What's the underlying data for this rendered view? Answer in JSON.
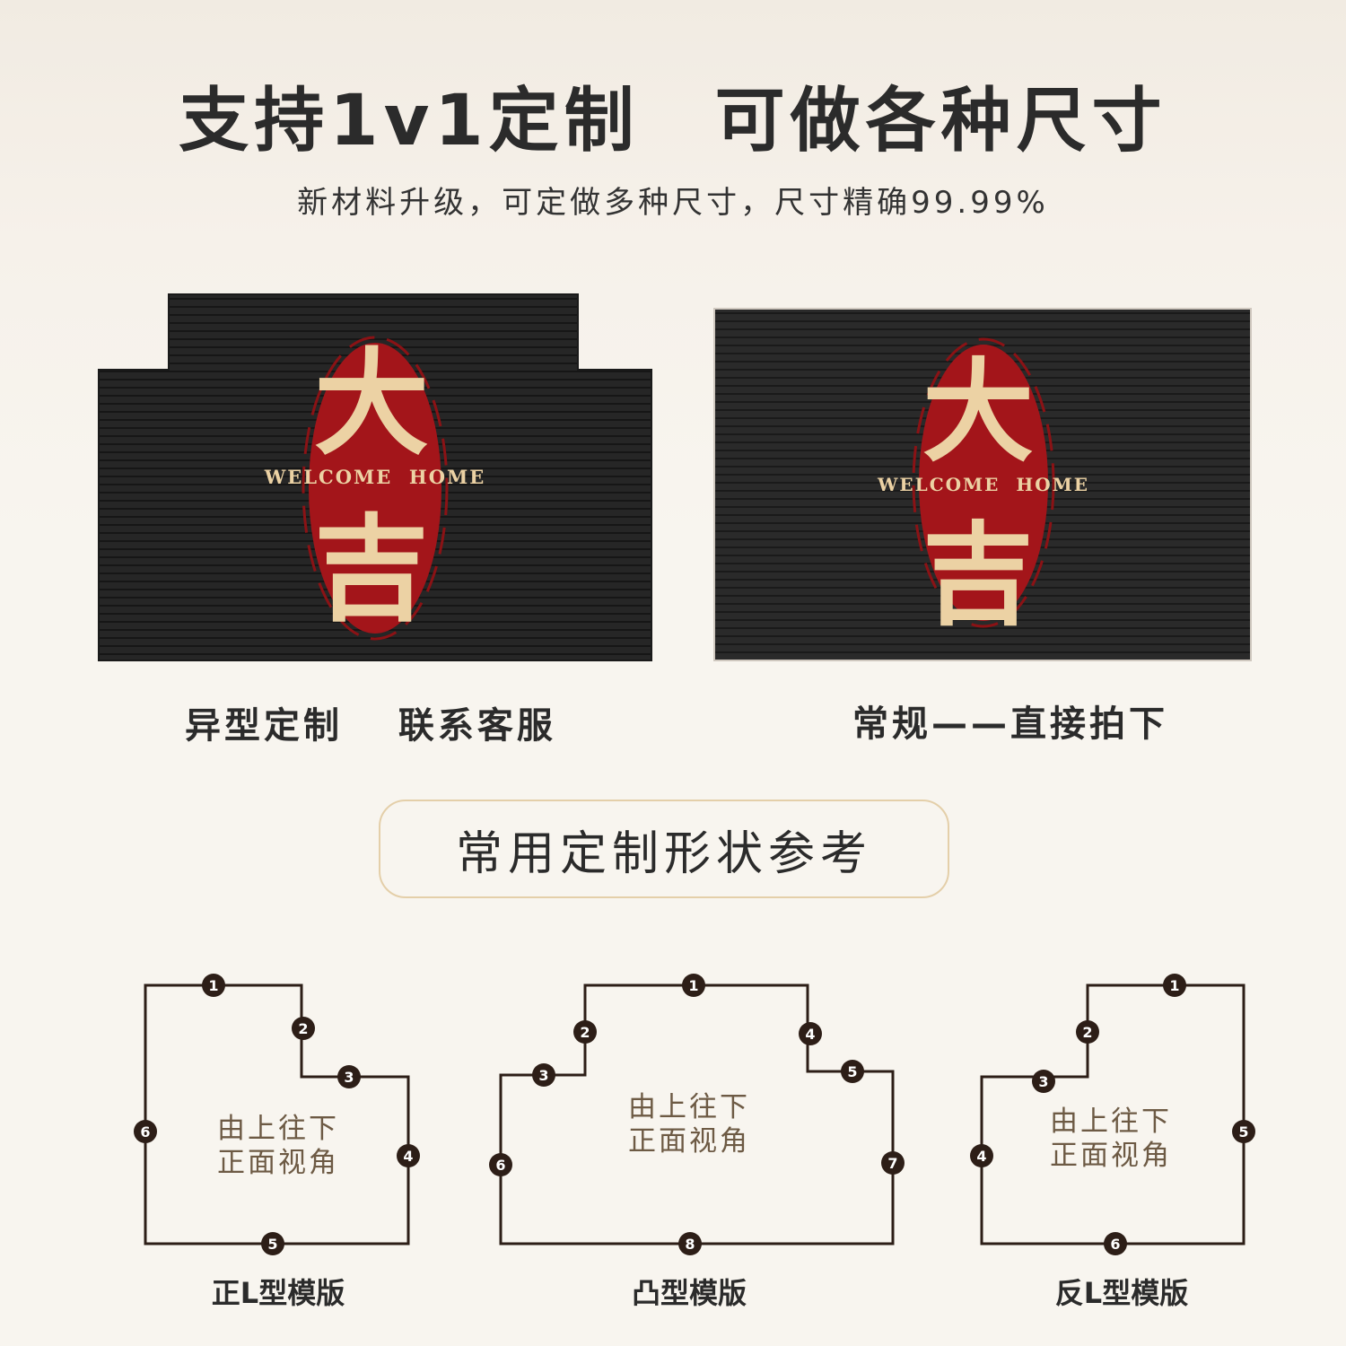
{
  "header": {
    "title": "支持1v1定制　可做各种尺寸",
    "subtitle": "新材料升级，可定做多种尺寸，尺寸精确99.99%"
  },
  "mats": [
    {
      "shape": "custom-step",
      "seal_chars": [
        "大",
        "吉"
      ],
      "welcome_text": "WELCOME  HOME",
      "caption": "异型定制　 联系客服"
    },
    {
      "shape": "rectangle",
      "seal_chars": [
        "大",
        "吉"
      ],
      "welcome_text": "WELCOME  HOME",
      "caption": "常规——直接拍下"
    }
  ],
  "reference_button": {
    "label": "常用定制形状参考"
  },
  "templates": [
    {
      "name": "正L型模版",
      "view_line1": "由上往下",
      "view_line2": "正面视角",
      "markers": [
        "1",
        "2",
        "3",
        "4",
        "5",
        "6"
      ]
    },
    {
      "name": "凸型模版",
      "view_line1": "由上往下",
      "view_line2": "正面视角",
      "markers": [
        "1",
        "2",
        "3",
        "4",
        "5",
        "6",
        "7",
        "8"
      ]
    },
    {
      "name": "反L型模版",
      "view_line1": "由上往下",
      "view_line2": "正面视角",
      "markers": [
        "1",
        "2",
        "3",
        "4",
        "5",
        "6"
      ]
    }
  ],
  "colors": {
    "mat": "#232323",
    "seal_red": "#a3151a",
    "seal_text": "#ecd2a4",
    "outline": "#2d1e17",
    "accent_border": "#e4cfa9",
    "view_text": "#6d5a44"
  }
}
